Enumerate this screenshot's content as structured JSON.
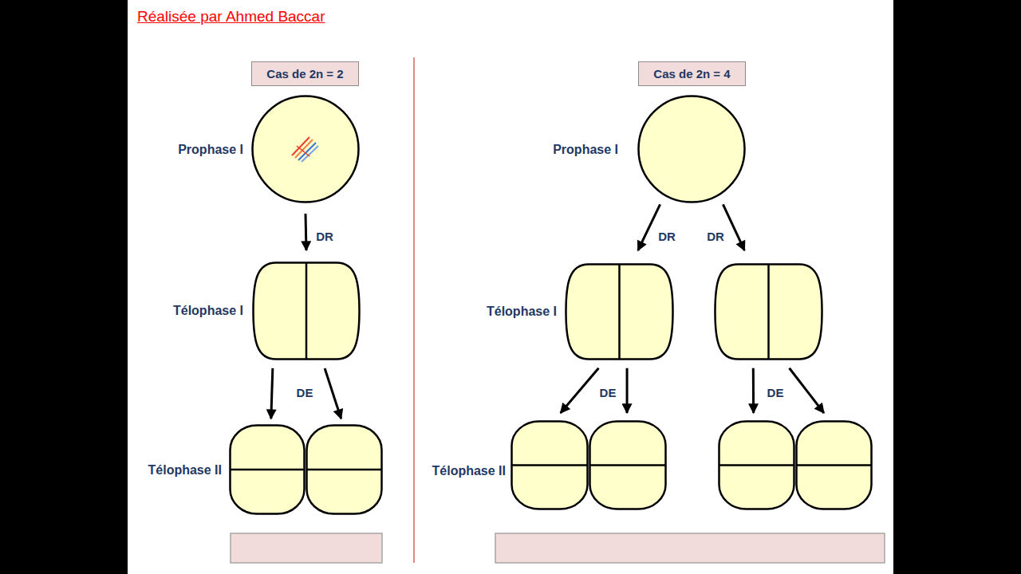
{
  "diagram": {
    "nodes": [
      {
        "text": [
          "Cas de 2n = 2"
        ]
      },
      {
        "text": [
          "Prophase I"
        ]
      },
      {
        "text": [
          "Télophase I"
        ]
      },
      {
        "text": [
          "Télophase II"
        ]
      },
      {
        "text": []
      },
      {
        "text": [
          "Cas de 2n = 4"
        ]
      },
      {
        "text": [
          "Prophase I"
        ]
      },
      {
        "text": [
          "Télophase I"
        ]
      },
      {
        "text": []
      },
      {
        "text": [
          "Télophase II"
        ]
      },
      {
        "text": []
      },
      {
        "text": []
      },
      {
        "text": []
      }
    ],
    "edges": [
      {
        "from": 1,
        "to": 2,
        "arrow": "to",
        "label": "DR"
      },
      {
        "from": 2,
        "to": 3,
        "arrow": "to",
        "label": "DE"
      },
      {
        "from": 2,
        "to": 4,
        "arrow": "to"
      },
      {
        "from": 6,
        "to": 7,
        "arrow": "to",
        "label": "DR"
      },
      {
        "from": 6,
        "to": 8,
        "arrow": "to",
        "label": "DR"
      },
      {
        "from": 7,
        "to": 9,
        "arrow": "to",
        "label": "DE"
      },
      {
        "from": 7,
        "to": 10,
        "arrow": "to"
      },
      {
        "from": 8,
        "to": 11,
        "arrow": "to",
        "label": "DE"
      },
      {
        "from": 8,
        "to": 12,
        "arrow": "to"
      }
    ],
    "labels": [
      "Réalisée par Ahmed Baccar"
    ]
  }
}
